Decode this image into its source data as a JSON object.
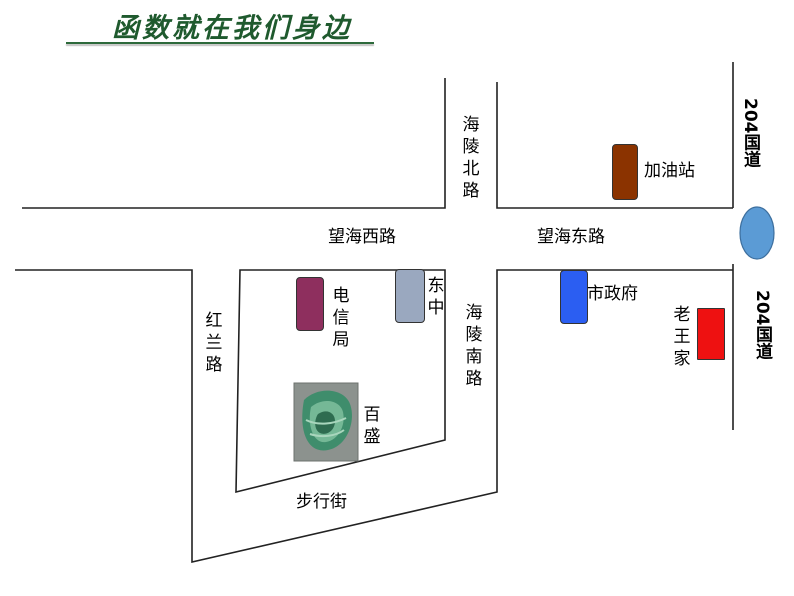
{
  "title": "函数就在我们身边",
  "roads": {
    "hailing_north": "海陵北路",
    "hailing_south": "海陵南路",
    "wanghai_west": "望海西路",
    "wanghai_east": "望海东路",
    "honglan": "红兰路",
    "buxing": "步行街",
    "national_204_top": "204国道",
    "national_204_bottom": "204国道"
  },
  "places": {
    "gas_station": "加油站",
    "telecom": "电信局",
    "dongzhong": "东中",
    "city_hall": "市政府",
    "laowang_home": "老王家",
    "baisheng": "百盛"
  },
  "colors": {
    "gas_station": "#8b3300",
    "telecom": "#8e2f5e",
    "dongzhong": "#9aa8bf",
    "city_hall": "#2b5ef2",
    "laowang_home": "#ee1111",
    "roundabout": "#5b9bd5",
    "title": "#1f5a2e"
  }
}
